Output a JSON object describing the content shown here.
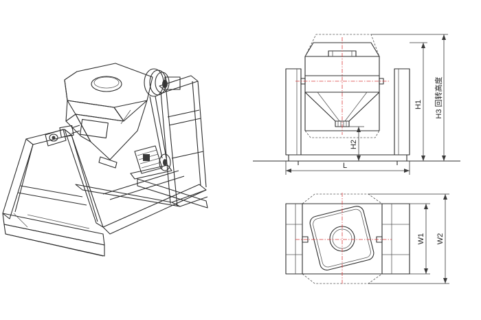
{
  "dimensions": {
    "h1": "H1",
    "h2": "H2",
    "h3": "H3 回转高度",
    "l": "L",
    "w1": "W1",
    "w2": "W2"
  }
}
